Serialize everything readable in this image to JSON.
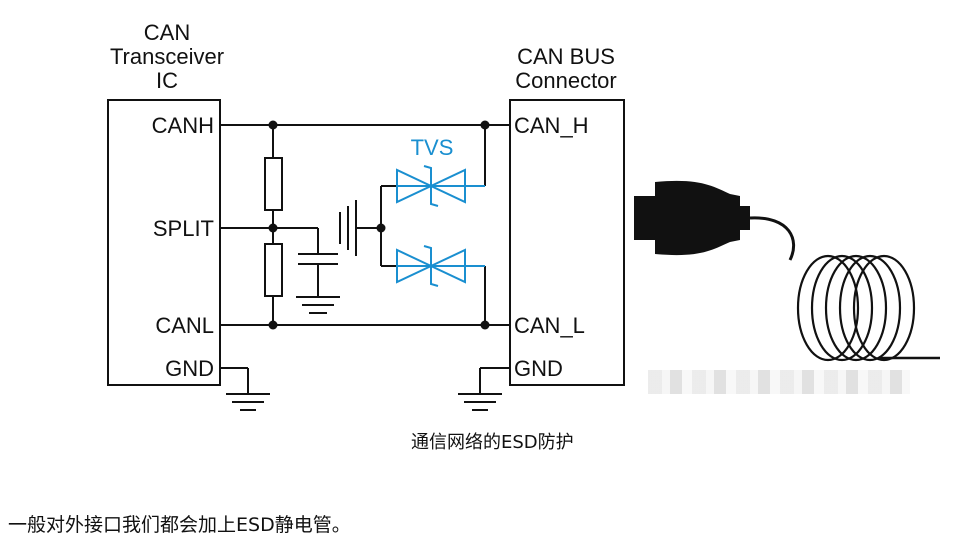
{
  "diagram": {
    "transceiver_title": [
      "CAN",
      "Transceiver",
      "IC"
    ],
    "connector_title": [
      "CAN BUS",
      "Connector"
    ],
    "left_pins": {
      "canh": "CANH",
      "split": "SPLIT",
      "canl": "CANL",
      "gnd": "GND"
    },
    "right_pins": {
      "can_h": "CAN_H",
      "can_l": "CAN_L",
      "gnd": "GND"
    },
    "tvs_label": "TVS",
    "caption": "通信网络的ESD防护",
    "tvs_color": "#1a8fd0",
    "wire_color": "#111111"
  },
  "body_text": "一般对外接口我们都会加上ESD静电管。"
}
